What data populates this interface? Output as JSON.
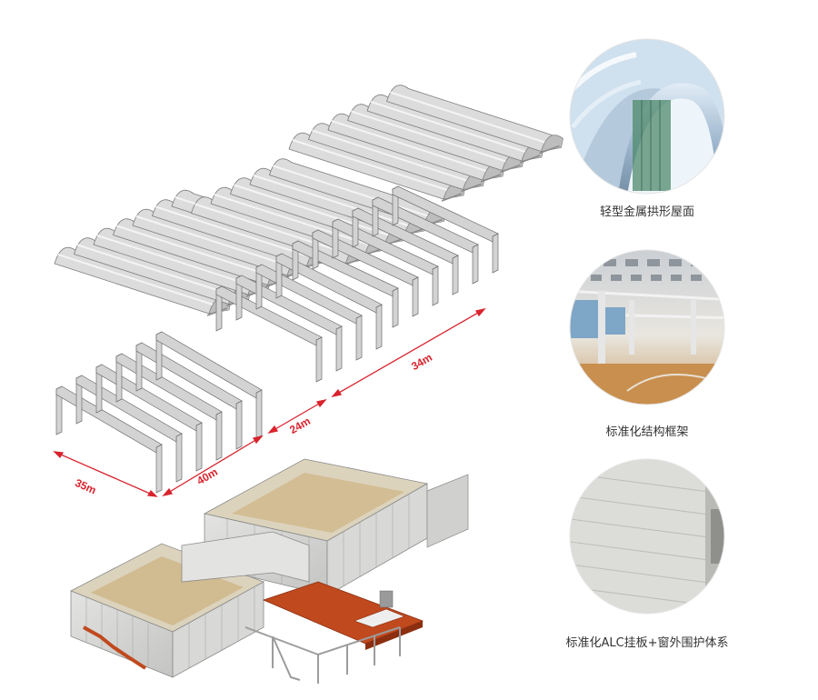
{
  "dimensions": {
    "d35": "35m",
    "d40": "40m",
    "d24": "24m",
    "d34": "34m"
  },
  "captions": {
    "roof": "轻型金属拱形屋面",
    "frame": "标准化结构框架",
    "facade": "标准化ALC挂板+窗外围护体系"
  },
  "colors": {
    "dimension_red": "#d9232d",
    "roof_grey": "#d7d7d7",
    "frame_grey": "#cfcfcf",
    "walkway_orange": "#c0491e"
  }
}
